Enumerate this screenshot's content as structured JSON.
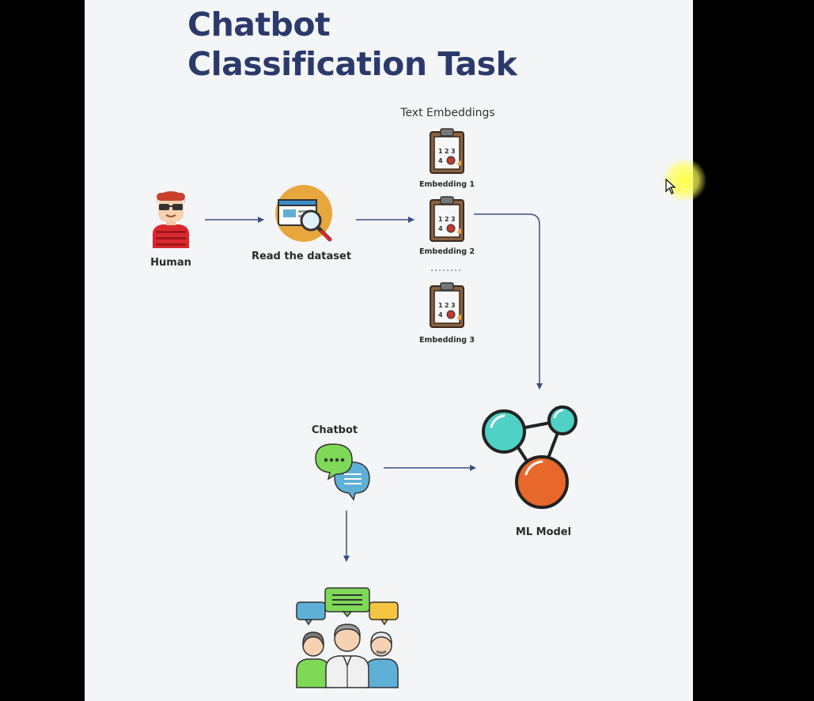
{
  "title_line1": "Chatbot",
  "title_line2": "Classification Task",
  "nodes": {
    "human": "Human",
    "read_dataset": "Read the dataset",
    "text_embeddings": "Text Embeddings",
    "embedding_1": "Embedding 1",
    "embedding_2": "Embedding 2",
    "embedding_3": "Embedding 3",
    "chatbot": "Chatbot",
    "ml_model": "ML Model"
  },
  "clipboard_digits": [
    "1",
    "2",
    "3",
    "4"
  ],
  "colors": {
    "title": "#2b3a6b",
    "arrow": "#3b4d82",
    "node_teal": "#4fd1c5",
    "node_orange": "#e8672a",
    "bubble_green": "#7ed957",
    "bubble_blue": "#5fb0d6",
    "bubble_yellow": "#f5c542"
  }
}
